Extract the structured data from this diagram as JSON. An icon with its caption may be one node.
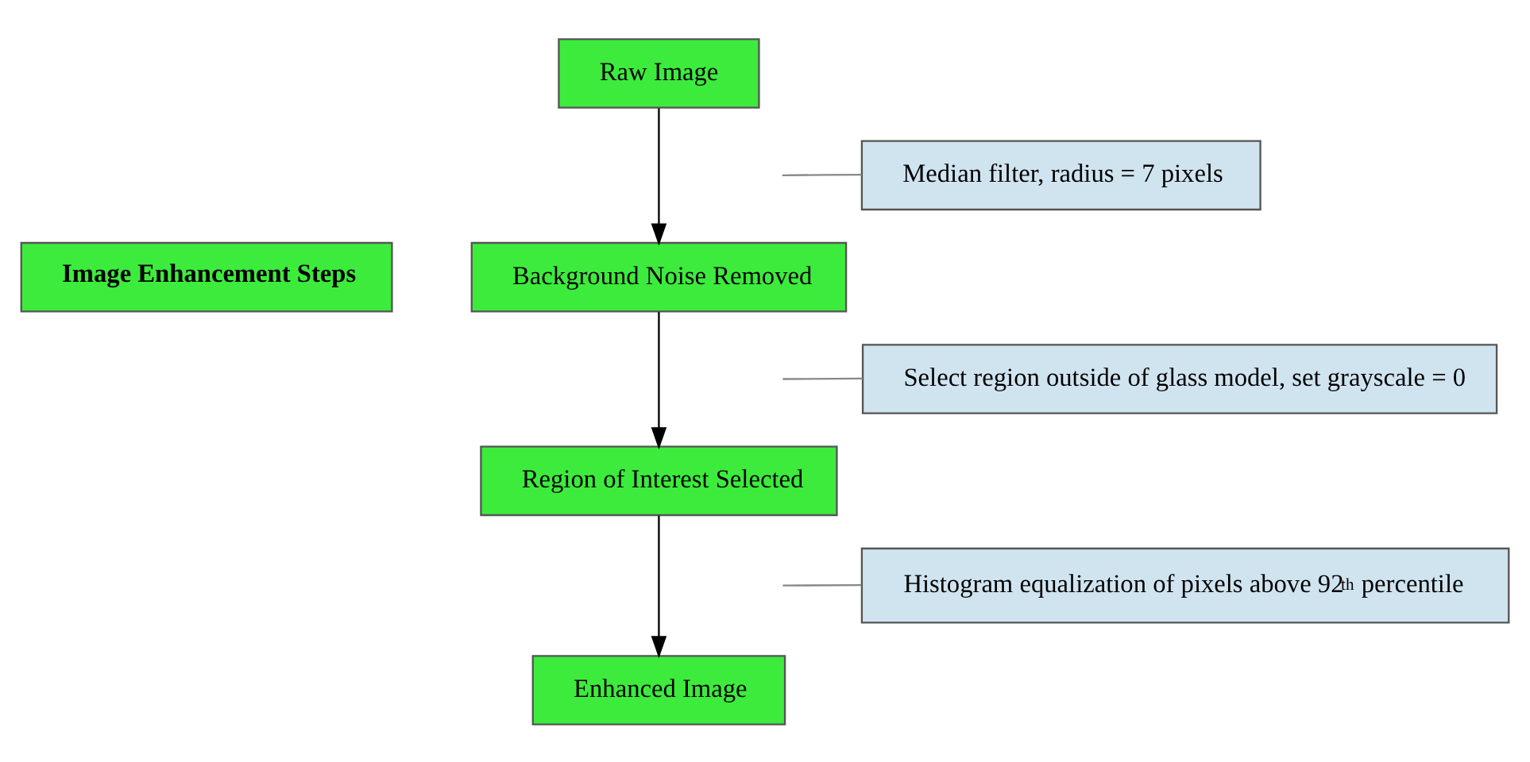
{
  "diagram": {
    "nodes": [
      {
        "text": [
          "Image Enhancement Steps"
        ]
      },
      {
        "text": [
          "Raw Image"
        ]
      },
      {
        "text": [
          "Background Noise Removed"
        ]
      },
      {
        "text": [
          "Region of Interest Selected"
        ]
      },
      {
        "text": [
          "Enhanced Image"
        ]
      },
      {
        "text": [
          "Median filter, radius = 7 pixels"
        ]
      },
      {
        "text": [
          "Select region outside of glass model, set grayscale = 0"
        ]
      },
      {
        "text": [
          "Histogram equalization of pixels above 92$^{th}$ percentile"
        ]
      }
    ],
    "edges": [
      {
        "from": 1,
        "to": 2,
        "arrow": "to"
      },
      {
        "from": 2,
        "to": 3,
        "arrow": "to"
      },
      {
        "from": 3,
        "to": 4,
        "arrow": "to"
      },
      {
        "from": 5,
        "to": null,
        "arrow": "none",
        "color": "#888888"
      },
      {
        "from": 6,
        "to": null,
        "arrow": "none",
        "color": "#888888"
      },
      {
        "from": 7,
        "to": null,
        "arrow": "none",
        "color": "#888888"
      }
    ]
  }
}
